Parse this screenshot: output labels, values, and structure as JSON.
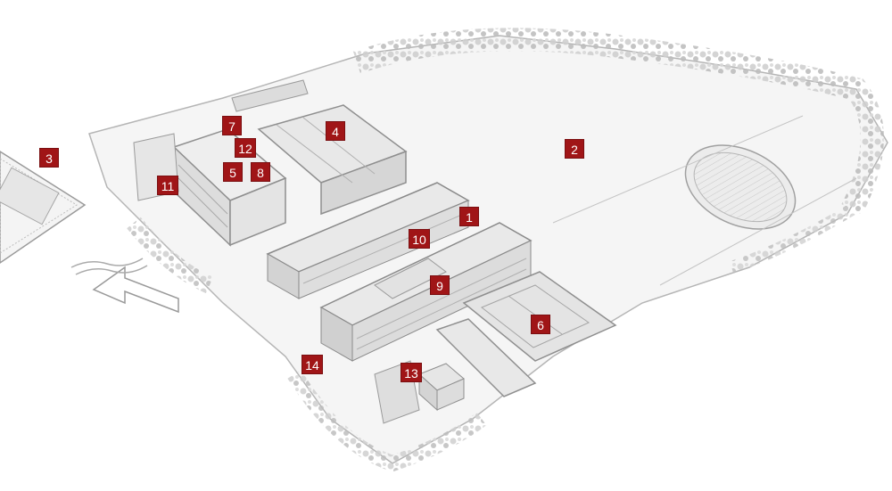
{
  "map": {
    "colors": {
      "marker_fill": "#a01517",
      "marker_text": "#ffffff",
      "linework": "#8a8a8a",
      "shading": "#d9d9d9",
      "ground": "#f3f3f3"
    },
    "markers": [
      {
        "id": "m1",
        "label": "1"
      },
      {
        "id": "m2",
        "label": "2"
      },
      {
        "id": "m3",
        "label": "3"
      },
      {
        "id": "m4",
        "label": "4"
      },
      {
        "id": "m5",
        "label": "5"
      },
      {
        "id": "m6",
        "label": "6"
      },
      {
        "id": "m7",
        "label": "7"
      },
      {
        "id": "m8",
        "label": "8"
      },
      {
        "id": "m9",
        "label": "9"
      },
      {
        "id": "m10",
        "label": "10"
      },
      {
        "id": "m11",
        "label": "11"
      },
      {
        "id": "m12",
        "label": "12"
      },
      {
        "id": "m13",
        "label": "13"
      },
      {
        "id": "m14",
        "label": "14"
      }
    ]
  }
}
